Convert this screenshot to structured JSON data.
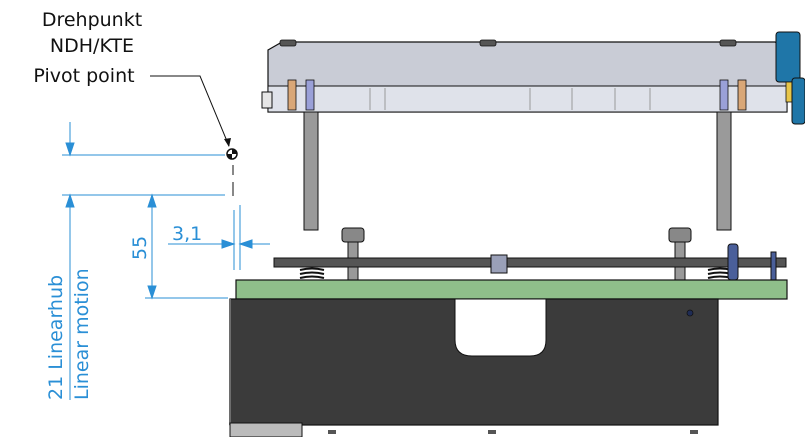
{
  "labels": {
    "pivot_line1": "Drehpunkt",
    "pivot_line2": "NDH/KTE",
    "pivot_line3": "Pivot point",
    "dim_stroke": "21 Linearhub",
    "dim_stroke_en": "Linear motion",
    "dim_height": "55",
    "dim_offset": "3,1"
  },
  "colors": {
    "dimension": "#2a8fd6",
    "line": "#111111",
    "pcb": "#8fbf8a",
    "housing": "#3b3b3b",
    "cover": "#c9ccd6",
    "standoff": "#2f5f8f",
    "connector": "#1f76a8"
  }
}
